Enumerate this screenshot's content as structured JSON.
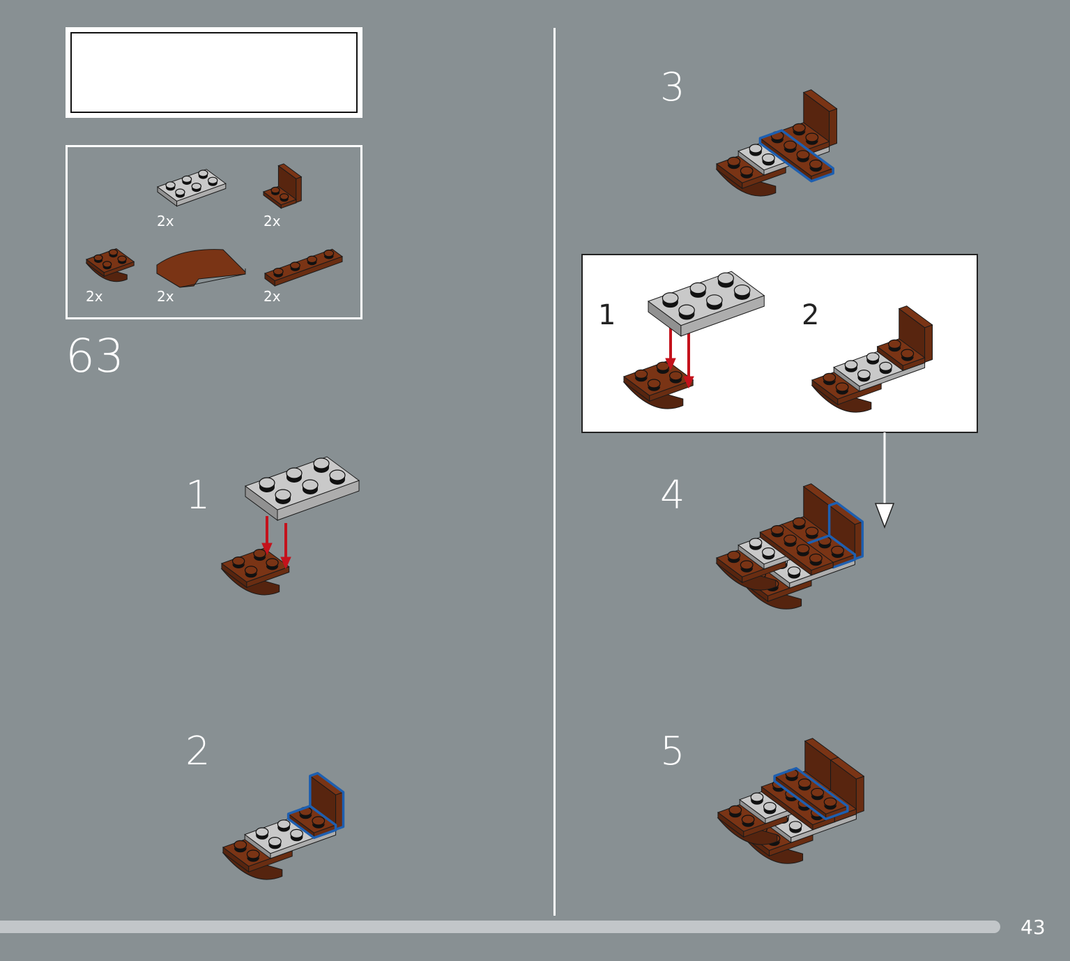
{
  "colors": {
    "background": "#889093",
    "brown": "#7a3415",
    "light_gray": "#c9c9c9",
    "highlight_blue": "#1e5fb0",
    "arrow_red": "#c4121c"
  },
  "finished_part": {
    "icon": "curved-slope-tan-icon"
  },
  "parts_list": [
    {
      "qty": "2x",
      "icon": "plate-2x3-light-gray-icon"
    },
    {
      "qty": "2x",
      "icon": "bracket-1x2-brown-icon"
    },
    {
      "qty": "2x",
      "icon": "inverted-slope-2x2-brown-icon"
    },
    {
      "qty": "2x",
      "icon": "curved-slope-brown-icon"
    },
    {
      "qty": "2x",
      "icon": "plate-1x4-brown-icon"
    }
  ],
  "step_number": "63",
  "substeps": [
    "1",
    "2",
    "3",
    "4",
    "5"
  ],
  "callout": {
    "steps": [
      "1",
      "2"
    ]
  },
  "footer": {
    "page_number": "43",
    "progress_fraction": 1.0
  }
}
